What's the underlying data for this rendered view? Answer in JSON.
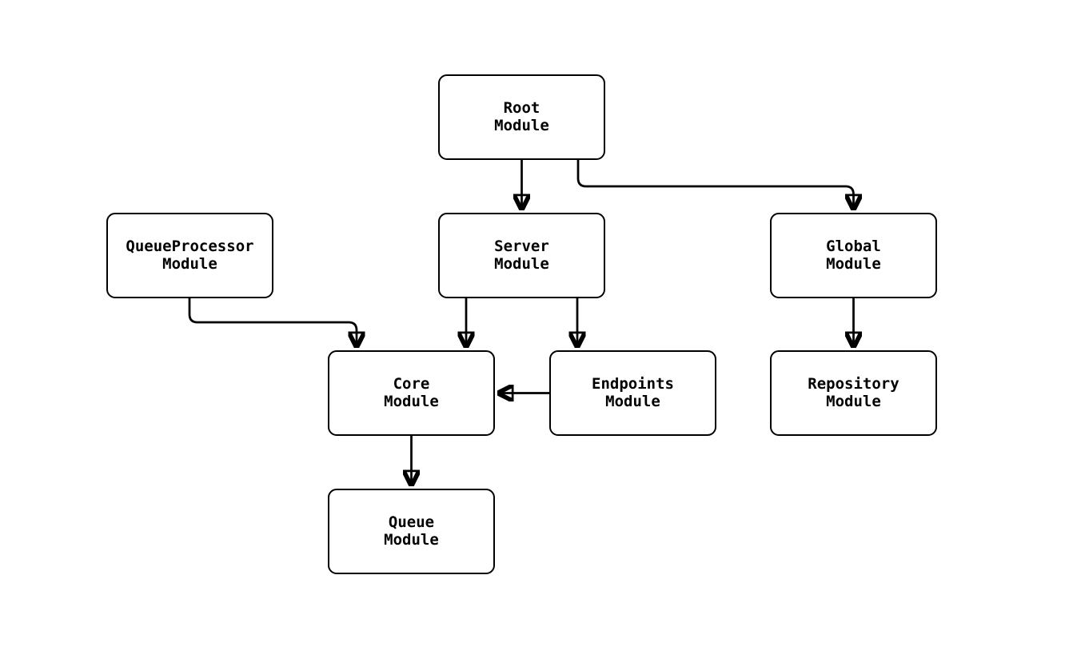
{
  "diagram": {
    "type": "module-dependency-graph",
    "colors": {
      "background": "#ffffff",
      "node_fill": "#ffffff",
      "node_border": "#000000",
      "edge": "#000000",
      "text": "#000000"
    },
    "nodes": [
      {
        "id": "root",
        "line1": "Root",
        "line2": "Module"
      },
      {
        "id": "queueprocessor",
        "line1": "QueueProcessor",
        "line2": "Module"
      },
      {
        "id": "server",
        "line1": "Server",
        "line2": "Module"
      },
      {
        "id": "global",
        "line1": "Global",
        "line2": "Module"
      },
      {
        "id": "core",
        "line1": "Core",
        "line2": "Module"
      },
      {
        "id": "endpoints",
        "line1": "Endpoints",
        "line2": "Module"
      },
      {
        "id": "repository",
        "line1": "Repository",
        "line2": "Module"
      },
      {
        "id": "queue",
        "line1": "Queue",
        "line2": "Module"
      }
    ],
    "edges": [
      {
        "from": "root",
        "to": "server"
      },
      {
        "from": "root",
        "to": "global"
      },
      {
        "from": "queueprocessor",
        "to": "core"
      },
      {
        "from": "server",
        "to": "core"
      },
      {
        "from": "server",
        "to": "endpoints"
      },
      {
        "from": "endpoints",
        "to": "core"
      },
      {
        "from": "global",
        "to": "repository"
      },
      {
        "from": "core",
        "to": "queue"
      }
    ]
  }
}
